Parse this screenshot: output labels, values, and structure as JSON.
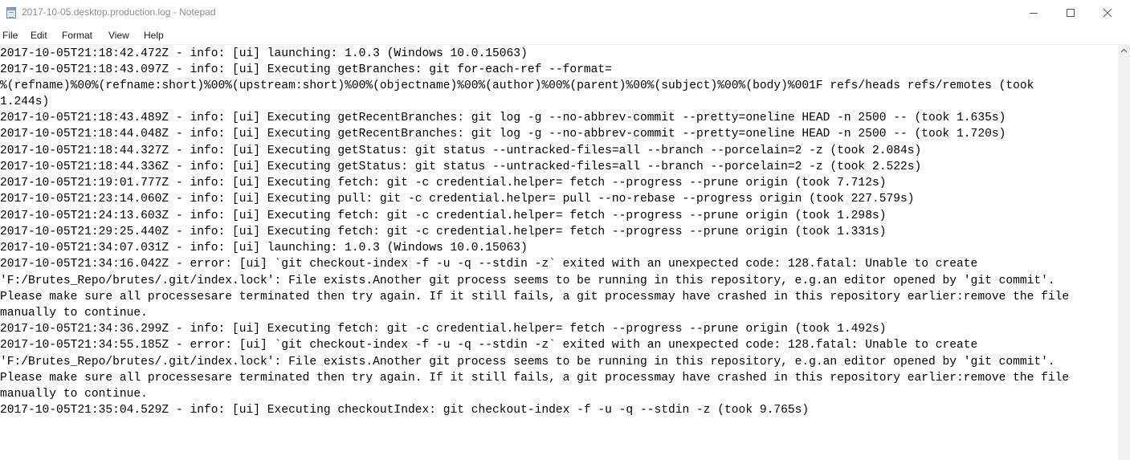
{
  "window": {
    "title": "2017-10-05.desktop.production.log - Notepad"
  },
  "menu": {
    "items": [
      "File",
      "Edit",
      "Format",
      "View",
      "Help"
    ]
  },
  "editor": {
    "lines": [
      "2017-10-05T21:18:42.472Z - info: [ui] launching: 1.0.3 (Windows 10.0.15063)",
      "2017-10-05T21:18:43.097Z - info: [ui] Executing getBranches: git for-each-ref --format=",
      "%(refname)%00%(refname:short)%00%(upstream:short)%00%(objectname)%00%(author)%00%(parent)%00%(subject)%00%(body)%001F refs/heads refs/remotes (took",
      "1.244s)",
      "2017-10-05T21:18:43.489Z - info: [ui] Executing getRecentBranches: git log -g --no-abbrev-commit --pretty=oneline HEAD -n 2500 -- (took 1.635s)",
      "2017-10-05T21:18:44.048Z - info: [ui] Executing getRecentBranches: git log -g --no-abbrev-commit --pretty=oneline HEAD -n 2500 -- (took 1.720s)",
      "2017-10-05T21:18:44.327Z - info: [ui] Executing getStatus: git status --untracked-files=all --branch --porcelain=2 -z (took 2.084s)",
      "2017-10-05T21:18:44.336Z - info: [ui] Executing getStatus: git status --untracked-files=all --branch --porcelain=2 -z (took 2.522s)",
      "2017-10-05T21:19:01.777Z - info: [ui] Executing fetch: git -c credential.helper= fetch --progress --prune origin (took 7.712s)",
      "2017-10-05T21:23:14.060Z - info: [ui] Executing pull: git -c credential.helper= pull --no-rebase --progress origin (took 227.579s)",
      "2017-10-05T21:24:13.603Z - info: [ui] Executing fetch: git -c credential.helper= fetch --progress --prune origin (took 1.298s)",
      "2017-10-05T21:29:25.440Z - info: [ui] Executing fetch: git -c credential.helper= fetch --progress --prune origin (took 1.331s)",
      "2017-10-05T21:34:07.031Z - info: [ui] launching: 1.0.3 (Windows 10.0.15063)",
      "2017-10-05T21:34:16.042Z - error: [ui] `git checkout-index -f -u -q --stdin -z` exited with an unexpected code: 128.fatal: Unable to create",
      "'F:/Brutes_Repo/brutes/.git/index.lock': File exists.Another git process seems to be running in this repository, e.g.an editor opened by 'git commit'.",
      "Please make sure all processesare terminated then try again. If it still fails, a git processmay have crashed in this repository earlier:remove the file",
      "manually to continue.",
      "2017-10-05T21:34:36.299Z - info: [ui] Executing fetch: git -c credential.helper= fetch --progress --prune origin (took 1.492s)",
      "2017-10-05T21:34:55.185Z - error: [ui] `git checkout-index -f -u -q --stdin -z` exited with an unexpected code: 128.fatal: Unable to create",
      "'F:/Brutes_Repo/brutes/.git/index.lock': File exists.Another git process seems to be running in this repository, e.g.an editor opened by 'git commit'.",
      "Please make sure all processesare terminated then try again. If it still fails, a git processmay have crashed in this repository earlier:remove the file",
      "manually to continue.",
      "2017-10-05T21:35:04.529Z - info: [ui] Executing checkoutIndex: git checkout-index -f -u -q --stdin -z (took 9.765s)"
    ]
  },
  "icons": {
    "app": "notepad-icon",
    "minimize": "minimize-icon",
    "maximize": "maximize-icon",
    "close": "close-icon",
    "scroll_up": "chevron-up-icon"
  }
}
